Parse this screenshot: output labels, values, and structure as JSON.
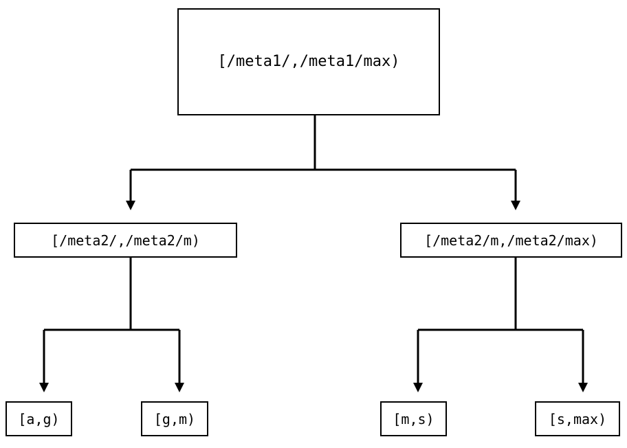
{
  "diagram": {
    "type": "tree",
    "title": "Hierarchical interval partition tree",
    "background_color": "#ffffff",
    "line_color": "#000000",
    "text_color": "#000000",
    "edge_style": "orthogonal-elbow-with-arrowhead",
    "levels": 3
  },
  "nodes": {
    "root": {
      "label": "[/meta1/,/meta1/max)",
      "level": 0
    },
    "mid": [
      {
        "label": "[/meta2/,/meta2/m)",
        "level": 1
      },
      {
        "label": "[/meta2/m,/meta2/max)",
        "level": 1
      }
    ],
    "leaves": [
      {
        "label": "[a,g)",
        "level": 2
      },
      {
        "label": "[g,m)",
        "level": 2
      },
      {
        "label": "[m,s)",
        "level": 2
      },
      {
        "label": "[s,max)",
        "level": 2
      }
    ]
  }
}
